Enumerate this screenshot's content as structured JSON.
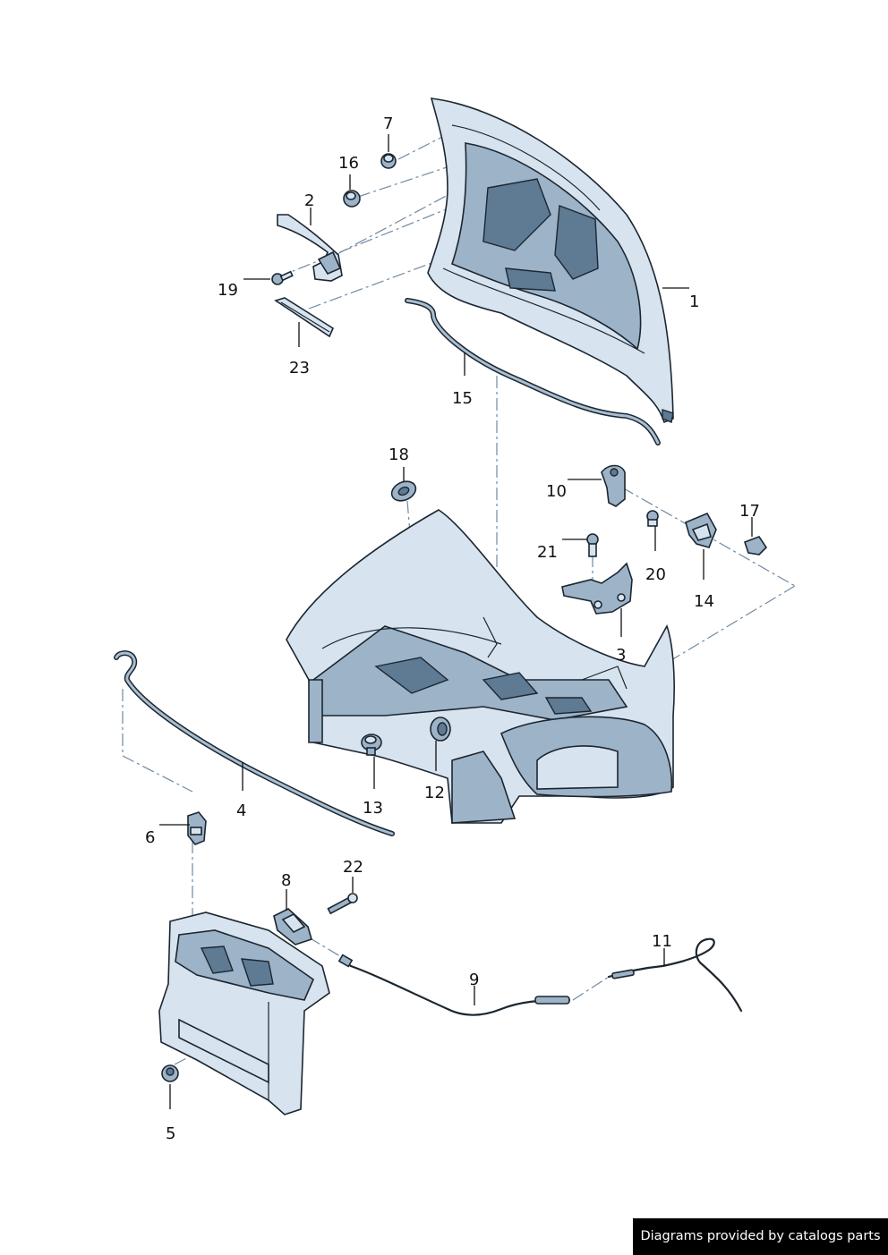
{
  "diagram": {
    "callouts": [
      {
        "id": "1",
        "text": "1"
      },
      {
        "id": "2",
        "text": "2"
      },
      {
        "id": "3",
        "text": "3"
      },
      {
        "id": "4",
        "text": "4"
      },
      {
        "id": "5",
        "text": "5"
      },
      {
        "id": "6",
        "text": "6"
      },
      {
        "id": "7",
        "text": "7"
      },
      {
        "id": "8",
        "text": "8"
      },
      {
        "id": "9",
        "text": "9"
      },
      {
        "id": "10",
        "text": "10"
      },
      {
        "id": "11",
        "text": "11"
      },
      {
        "id": "12",
        "text": "12"
      },
      {
        "id": "13",
        "text": "13"
      },
      {
        "id": "14",
        "text": "14"
      },
      {
        "id": "15",
        "text": "15"
      },
      {
        "id": "16",
        "text": "16"
      },
      {
        "id": "17",
        "text": "17"
      },
      {
        "id": "18",
        "text": "18"
      },
      {
        "id": "19",
        "text": "19"
      },
      {
        "id": "20",
        "text": "20"
      },
      {
        "id": "21",
        "text": "21"
      },
      {
        "id": "22",
        "text": "22"
      },
      {
        "id": "23",
        "text": "23"
      }
    ]
  },
  "footer": {
    "credit": "Diagrams provided by catalogs parts"
  },
  "colors": {
    "part_fill": "#d7e3ee",
    "part_shade": "#9db3c8",
    "part_deep": "#5f7a93",
    "outline": "#1b2630",
    "leader_dash": "#6f8aa3"
  }
}
